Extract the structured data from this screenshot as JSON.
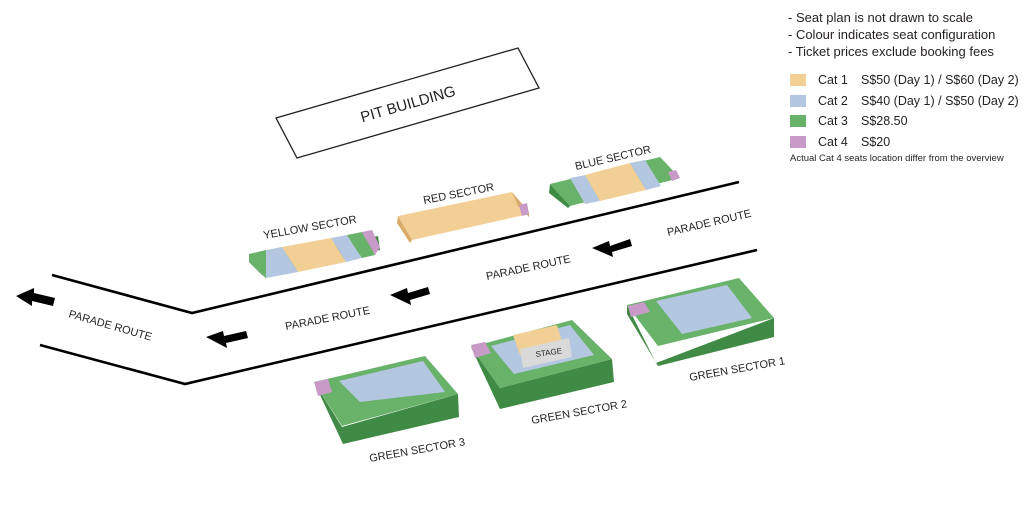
{
  "colors": {
    "cat1": "#f2cf94",
    "cat2": "#b3c7e0",
    "cat3": "#69b26a",
    "cat4": "#c79ac8",
    "road": "#000000"
  },
  "notes": [
    "- Seat plan is not drawn to scale",
    "- Colour indicates seat configuration",
    "- Ticket prices exclude booking fees"
  ],
  "legend": [
    {
      "category": "Cat 1",
      "price": "S$50 (Day 1) / S$60 (Day 2)"
    },
    {
      "category": "Cat 2",
      "price": "S$40 (Day 1) / S$50 (Day 2)"
    },
    {
      "category": "Cat 3",
      "price": "S$28.50"
    },
    {
      "category": "Cat 4",
      "price": "S$20"
    }
  ],
  "footnote": "Actual Cat 4 seats location differ from the overview",
  "map": {
    "pit_building": "PIT BUILDING",
    "sectors": {
      "yellow": "YELLOW SECTOR",
      "red": "RED SECTOR",
      "blue": "BLUE SECTOR",
      "green1": "GREEN SECTOR 1",
      "green2": "GREEN SECTOR 2",
      "green3": "GREEN SECTOR 3"
    },
    "stage": "STAGE",
    "parade_route": "PARADE ROUTE"
  }
}
